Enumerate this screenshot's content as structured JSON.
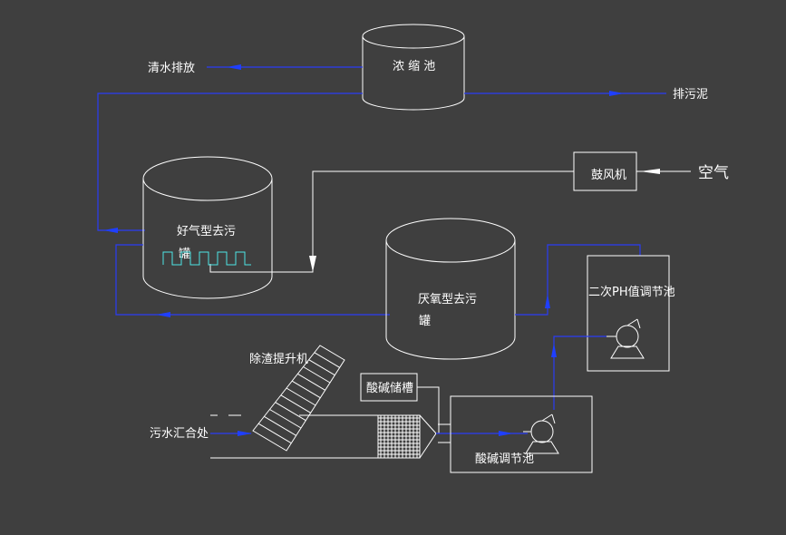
{
  "diagram": {
    "labels": {
      "concentration_tank": "浓 缩 池",
      "clear_water_discharge": "清水排放",
      "sludge_discharge": "排污泥",
      "blower": "鼓风机",
      "air": "空气",
      "aerobic_tank_line1": "好气型去污",
      "aerobic_tank_line2": "罐",
      "anaerobic_tank_line1": "厌氧型去污",
      "anaerobic_tank_line2": "罐",
      "secondary_ph_tank": "二次PH值调节池",
      "slag_lifter": "除渣提升机",
      "acid_base_storage": "酸碱储槽",
      "sewage_collection": "污水汇合处",
      "acid_base_adjust_tank": "酸碱调节池"
    },
    "colors": {
      "background": "#3f3f3f",
      "lines": "#ffffff",
      "pipes": "#2a3cf5",
      "aerator": "#4ee6e6"
    }
  }
}
